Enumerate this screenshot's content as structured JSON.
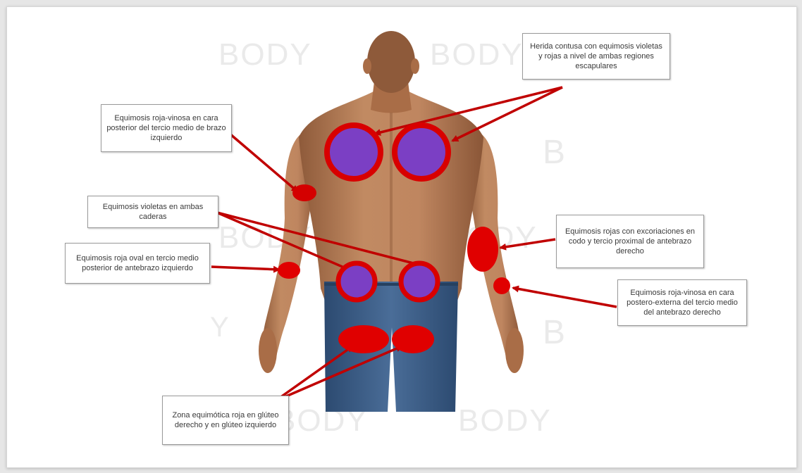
{
  "watermark": {
    "text_body": "BODY",
    "text_b": "B",
    "text_y": "Y"
  },
  "colors": {
    "background": "#ffffff",
    "skin": "#b87a52",
    "shorts": "#3c5d86",
    "lesion_red": "#e00000",
    "lesion_violet": "#7b3fc4",
    "arrow": "#c00000"
  },
  "labels": {
    "scapular": "Herida contusa con equimosis violetas y rojas a nivel de ambas regiones escapulares",
    "left_arm": "Equimosis roja-vinosa en cara posterior del tercio medio de brazo izquierdo",
    "hips": "Equimosis violetas en ambas caderas",
    "left_forearm": "Equimosis roja oval en tercio medio posterior de antebrazo izquierdo",
    "right_elbow": "Equimosis rojas con excoriaciones en codo y tercio proximal de antebrazo derecho",
    "right_forearm": "Equimosis roja-vinosa en cara postero-externa del tercio medio del antebrazo derecho",
    "buttocks": "Zona equimótica roja en glúteo derecho y en glúteo izquierdo"
  },
  "lesions": [
    {
      "id": "scapula-left",
      "color": "violet-ringed"
    },
    {
      "id": "scapula-right",
      "color": "violet-ringed"
    },
    {
      "id": "left-arm",
      "color": "red"
    },
    {
      "id": "left-forearm",
      "color": "red"
    },
    {
      "id": "hip-left",
      "color": "violet-ringed"
    },
    {
      "id": "hip-right",
      "color": "violet-ringed"
    },
    {
      "id": "right-elbow",
      "color": "red"
    },
    {
      "id": "right-forearm",
      "color": "red"
    },
    {
      "id": "gluteus-left",
      "color": "red"
    },
    {
      "id": "gluteus-right",
      "color": "red"
    }
  ]
}
